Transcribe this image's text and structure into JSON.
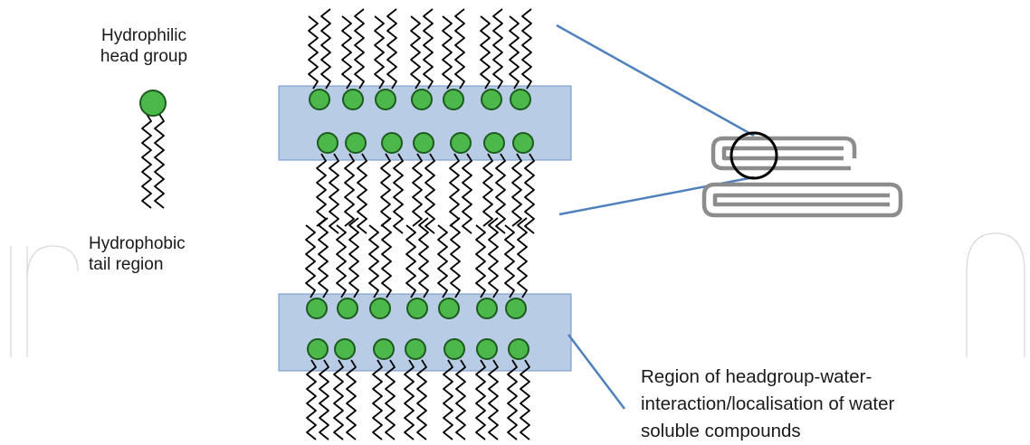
{
  "labels": {
    "head_line1": "Hydrophilic",
    "head_line2": "head group",
    "tail_line1": "Hydrophobic",
    "tail_line2": "tail region",
    "region_line1": "Region of headgroup-water-",
    "region_line2": "interaction/localisation of water",
    "region_line3": "soluble compounds"
  },
  "colors": {
    "headgroup_fill": "#4cb84c",
    "headgroup_stroke": "#1d5a1d",
    "water_band": "#b8cce6",
    "leader_line": "#4f81bd",
    "stack_outline": "#8c8c8c"
  }
}
